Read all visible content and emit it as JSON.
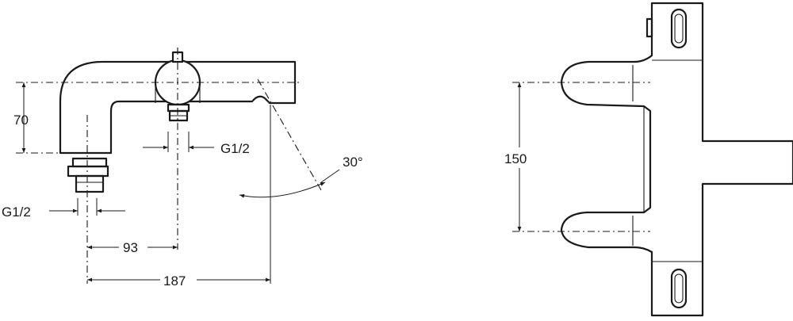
{
  "side_view": {
    "height_label": "70",
    "thread_outlet_label": "G1/2",
    "thread_inlet_label": "G1/2",
    "inlet_to_valve_label": "93",
    "overall_length_label": "187",
    "angle_label": "30°"
  },
  "front_view": {
    "center_distance_label": "150"
  }
}
